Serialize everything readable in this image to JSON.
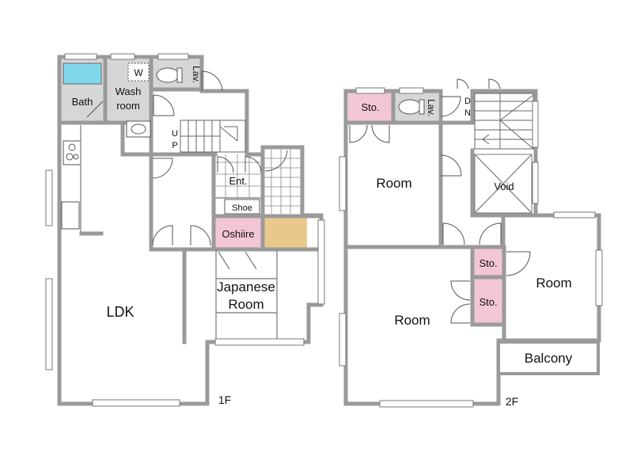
{
  "floors": {
    "first": {
      "label": "1F",
      "rooms": {
        "bath": "Bath",
        "wash_line1": "Wash",
        "wash_line2": "room",
        "washer": "W",
        "lav": "Lav.",
        "up_u": "U",
        "up_p": "P",
        "entrance": "Ent.",
        "shoe": "Shoe",
        "oshiire": "Oshiire",
        "japanese_line1": "Japanese",
        "japanese_line2": "Room",
        "ldk": "LDK"
      }
    },
    "second": {
      "label": "2F",
      "rooms": {
        "storage": "Sto.",
        "lav": "Lav.",
        "dn_d": "D",
        "dn_n": "N",
        "room": "Room",
        "void": "Void",
        "balcony": "Balcony"
      }
    }
  },
  "colors": {
    "wall": "#9a9a9a",
    "bathtub": "#7fd8ea",
    "storage": "#f2c6d6",
    "closet_wood": "#e8c88c",
    "fixture_grey": "#d6d6d6"
  }
}
